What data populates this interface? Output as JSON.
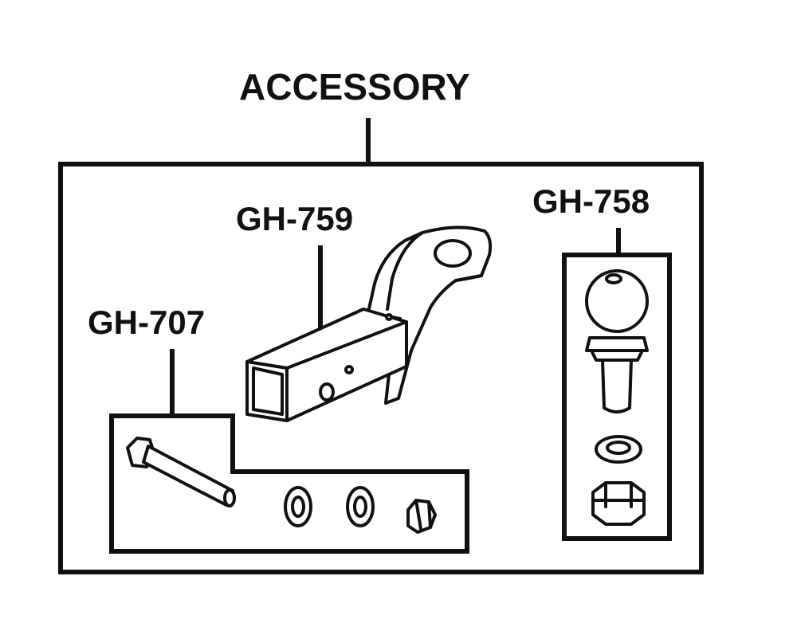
{
  "title": "ACCESSORY",
  "parts": [
    {
      "code": "GH-759",
      "item": "ball mount"
    },
    {
      "code": "GH-758",
      "item": "hitch ball with lock washer and nut"
    },
    {
      "code": "GH-707",
      "item": "bolt, washers and nut"
    }
  ],
  "colors": {
    "ink": "#111111",
    "background": "#ffffff"
  }
}
